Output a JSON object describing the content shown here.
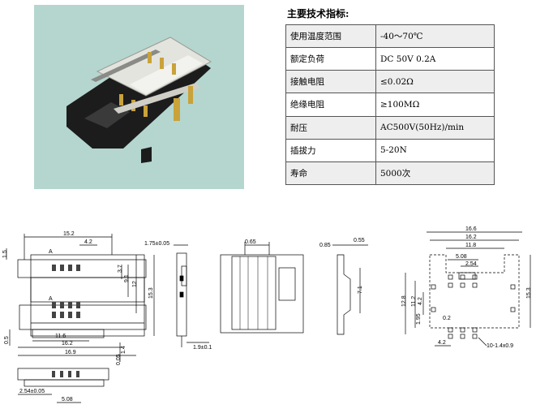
{
  "spec_title": "主要技术指标:",
  "specs": [
    {
      "label": "使用温度范围",
      "value": "-40～70℃"
    },
    {
      "label": "额定负荷",
      "value": "DC 50V 0.2A"
    },
    {
      "label": "接触电阻",
      "value": "≤0.02Ω"
    },
    {
      "label": "绝缘电阻",
      "value": "≥100MΩ"
    },
    {
      "label": "耐压",
      "value": "AC500V(50Hz)/min"
    },
    {
      "label": "插拔力",
      "value": "5-20N"
    },
    {
      "label": "寿命",
      "value": "5000次"
    }
  ],
  "dims": {
    "d15_2": "15.2",
    "d4_2a": "4.2",
    "d1_5": "1.5",
    "d3_7": "3.7",
    "d9_1": "9.1",
    "d12": "12",
    "d15_3a": "15.3",
    "lblA1": "A",
    "lblA2": "A",
    "d0_5": "0.5",
    "d11_6": "11.6",
    "d16_2a": "16.2",
    "d16_9": "16.9",
    "d0_05": "0.05",
    "d1_4": "1.4",
    "d2_54a": "2.54±0.05",
    "d5_08a": "5.08",
    "d1_75": "1.75±0.05",
    "d1_9": "1.9±0.1",
    "d0_65": "0.65",
    "d0_85": "0.85",
    "d0_55": "0.55",
    "d7_1": "7.1",
    "d16_6": "16.6",
    "d16_2b": "16.2",
    "d11_8": "11.8",
    "d5_08b": "5.08",
    "d2_54b": "2.54",
    "d12_8": "12.8",
    "d11_2": "11.2",
    "d4_2b": "4.2",
    "d4_2c": "4.2",
    "d0_2": "0.2",
    "d1_95": "1.95",
    "d15_3b": "15.3",
    "d10_14": "10-1.4x0.9"
  },
  "colors": {
    "photo_bg": "#b4d6cf",
    "body_black": "#1c1c1c",
    "shell_metal": "#e2e2dc",
    "pin_gold": "#c9a23a",
    "row_shade": "#eeeeee"
  }
}
